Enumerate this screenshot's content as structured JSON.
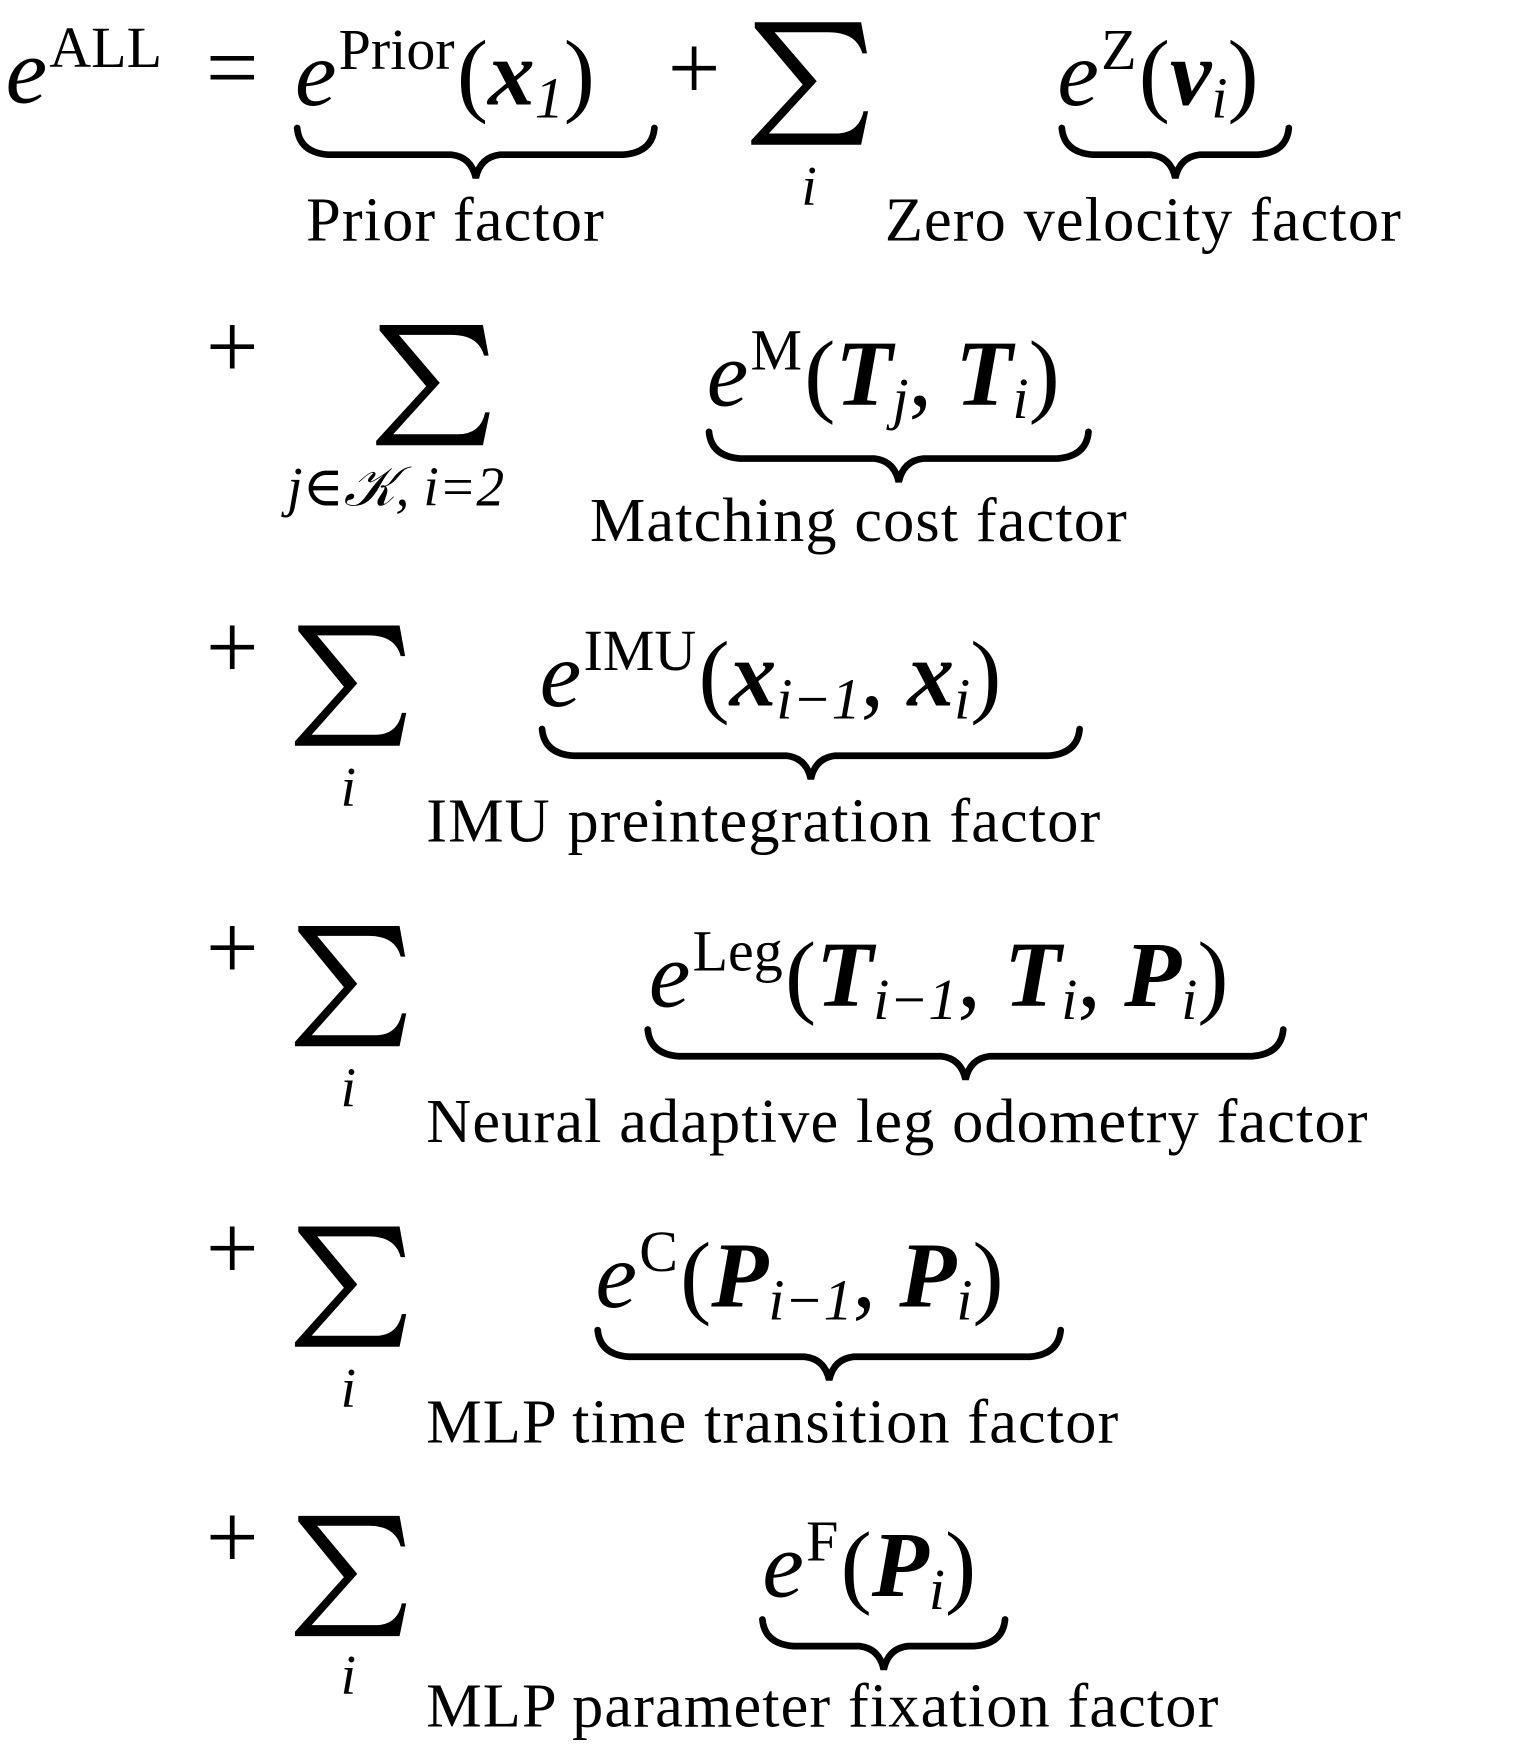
{
  "lhs": {
    "symbol": "e",
    "superscript": "ALL"
  },
  "equals": "=",
  "plus": "+",
  "terms": [
    {
      "symbol": "e",
      "superscript": "Prior",
      "args": [
        {
          "sym": "x",
          "sub": "1"
        }
      ],
      "label": "Prior factor",
      "sum_index": ""
    },
    {
      "symbol": "e",
      "superscript": "Z",
      "args": [
        {
          "sym": "v",
          "sub": "i"
        }
      ],
      "label": "Zero velocity factor",
      "sum_index": "i"
    },
    {
      "symbol": "e",
      "superscript": "M",
      "args": [
        {
          "sym": "T",
          "sub": "j"
        },
        {
          "sym": "T",
          "sub": "i"
        }
      ],
      "label": "Matching cost factor",
      "sum_index": "j∈𝒦,  i=2"
    },
    {
      "symbol": "e",
      "superscript": "IMU",
      "args": [
        {
          "sym": "x",
          "sub": "i−1"
        },
        {
          "sym": "x",
          "sub": "i"
        }
      ],
      "label": "IMU preintegration factor",
      "sum_index": "i"
    },
    {
      "symbol": "e",
      "superscript": "Leg",
      "args": [
        {
          "sym": "T",
          "sub": "i−1"
        },
        {
          "sym": "T",
          "sub": "i"
        },
        {
          "sym": "P",
          "sub": "i"
        }
      ],
      "label": "Neural adaptive leg odometry factor",
      "sum_index": "i"
    },
    {
      "symbol": "e",
      "superscript": "C",
      "args": [
        {
          "sym": "P",
          "sub": "i−1"
        },
        {
          "sym": "P",
          "sub": "i"
        }
      ],
      "label": "MLP time transition factor",
      "sum_index": "i"
    },
    {
      "symbol": "e",
      "superscript": "F",
      "args": [
        {
          "sym": "P",
          "sub": "i"
        }
      ],
      "label": "MLP parameter fixation factor",
      "sum_index": "i"
    }
  ]
}
